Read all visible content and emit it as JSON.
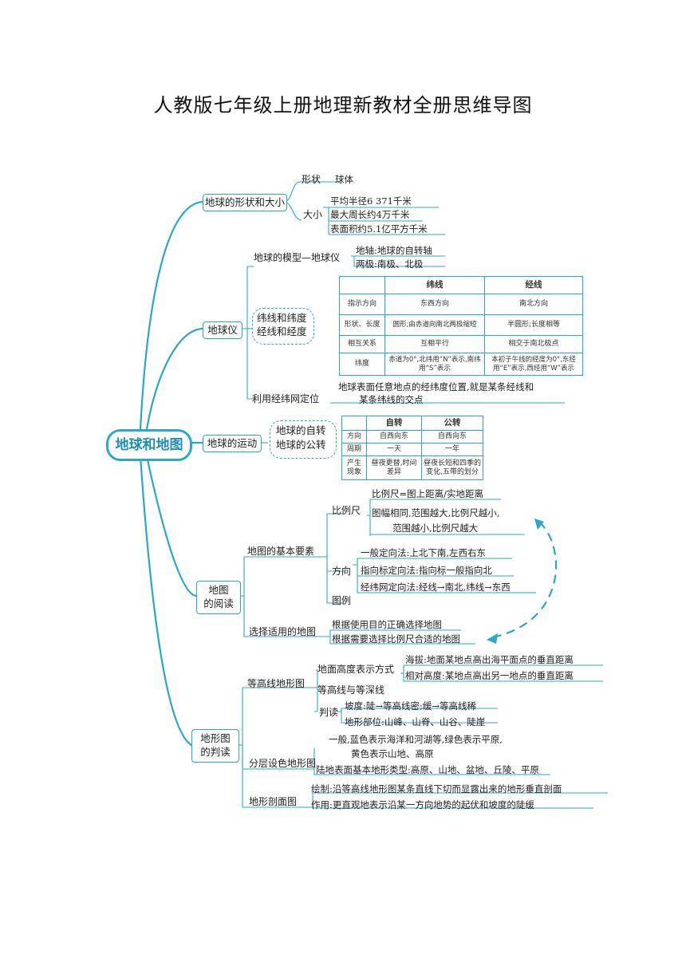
{
  "page_title": "人教版七年级上册地理新教材全册思维导图",
  "root": "地球和地图",
  "shape": {
    "label": "地球的形状和大小",
    "form_label": "形状",
    "form_value": "球体",
    "size_label": "大小",
    "size_items": [
      "平均半径6 371千米",
      "最大周长约4万千米",
      "表面积约5.1亿平方千米"
    ]
  },
  "globe": {
    "label": "地球仪",
    "model_label": "地球的模型—地球仪",
    "model_items": [
      "地轴:地球的自转轴",
      "两极:南极、北极"
    ],
    "lines_label_1": "纬线和纬度",
    "lines_label_2": "经线和经度",
    "table": {
      "headers": [
        "",
        "纬线",
        "经线"
      ],
      "rows": [
        [
          "指示方向",
          "东西方向",
          "南北方向"
        ],
        [
          "形状、长度",
          "圆形;由赤道向南北两极缩短",
          "半圆形;长度相等"
        ],
        [
          "相互关系",
          "互相平行",
          "相交于南北极点"
        ],
        [
          "纬度",
          "赤道为0°,北纬用“N”表示,南纬用“S”表示",
          "本初子午线的经度为0°,东经用“E”表示,西经用“W”表示"
        ]
      ]
    },
    "grid_label": "利用经纬网定位",
    "grid_text_1": "地球表面任意地点的经纬度位置,就是某条经线和",
    "grid_text_2": "某条纬线的交点"
  },
  "motion": {
    "label": "地球的运动",
    "items": [
      "地球的自转",
      "地球的公转"
    ],
    "table": {
      "headers": [
        "",
        "自转",
        "公转"
      ],
      "rows": [
        [
          "方向",
          "自西向东",
          "自西向东"
        ],
        [
          "周期",
          "一天",
          "一年"
        ],
        [
          "产生现象",
          "昼夜更替,时间差异",
          "昼夜长短和四季的变化,五带的划分"
        ]
      ]
    }
  },
  "reading": {
    "label_1": "地图",
    "label_2": "的阅读",
    "elements_label": "地图的基本要素",
    "scale_label": "比例尺",
    "scale_items": [
      "比例尺=图上距离/实地距离",
      "图幅相同,范围越大,比例尺越小,",
      "范围越小,比例尺越大"
    ],
    "direction_label": "方向",
    "direction_items": [
      "一般定向法:上北下南,左西右东",
      "指向标定向法:指向标一般指向北",
      "经纬网定向法:经线→南北,纬线→东西"
    ],
    "legend_label": "图例",
    "choose_label": "选择适用的地图",
    "choose_items": [
      "根据使用目的正确选择地图",
      "根据需要选择比例尺合适的地图"
    ]
  },
  "terrain": {
    "label_1": "地形图",
    "label_2": "的判读",
    "contour_label": "等高线地形图",
    "height_label": "地面高度表示方式",
    "height_items": [
      "海拔:地面某地点高出海平面点的垂直距离",
      "相对高度:某地点高出另一地点的垂直距离"
    ],
    "isobath_label": "等高线与等深线",
    "judge_label": "判读",
    "judge_items": [
      "坡度:陡→等高线密;缓→等高线稀",
      "地形部位:山峰、山脊、山谷、陡崖"
    ],
    "layered_text_1": "一般,蓝色表示海洋和河湖等,绿色表示平原,",
    "layered_text_2": "黄色表示山地、高原",
    "layered_label": "分层设色地形图",
    "layered_item": "陆地表面基本地形类型:高原、山地、盆地、丘陵、平原",
    "profile_label": "地形剖面图",
    "profile_items": [
      "绘制:沿等高线地形图某条直线下切而显露出来的地形垂直剖面",
      "作用:更直观地表示沿某一方向地势的起伏和坡度的陡缓"
    ]
  },
  "colors": {
    "accent": "#2aa8c9",
    "root_text": "#1d8fb3"
  }
}
